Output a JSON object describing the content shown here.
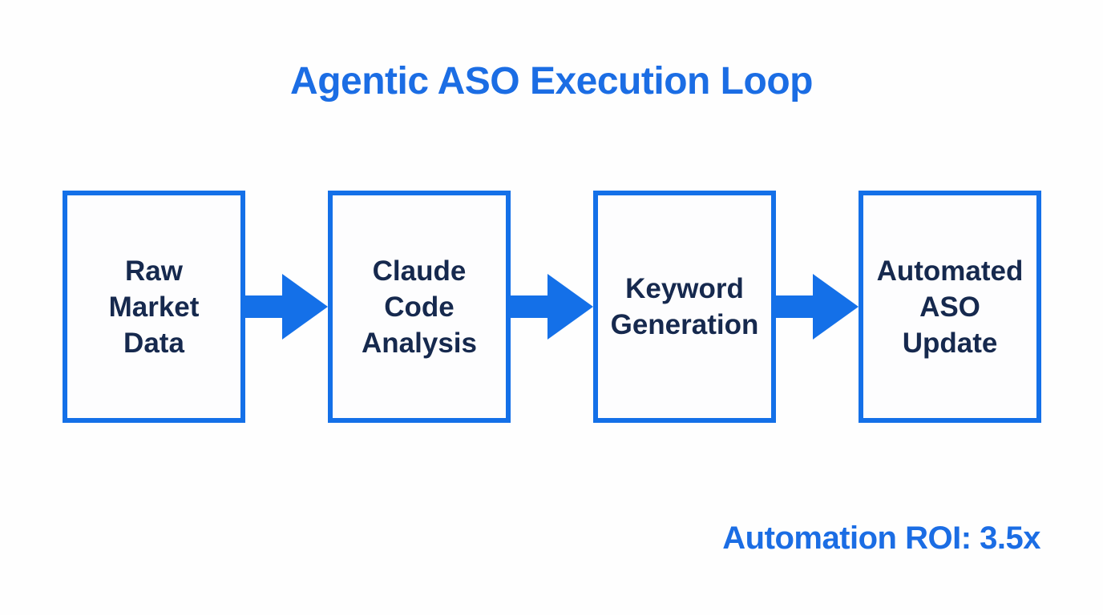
{
  "title": "Agentic ASO Execution Loop",
  "flow": {
    "boxes": [
      {
        "lines": [
          "Raw",
          "Market",
          "Data"
        ]
      },
      {
        "lines": [
          "Claude",
          "Code",
          "Analysis"
        ]
      },
      {
        "lines": [
          "Keyword",
          "Generation"
        ]
      },
      {
        "lines": [
          "Automated",
          "ASO",
          "Update"
        ]
      }
    ],
    "connector": "arrow-right"
  },
  "footer": {
    "roi_label": "Automation ROI: 3.5x"
  },
  "colors": {
    "accent_blue": "#1470e8",
    "title_blue": "#1b6de4",
    "box_text_navy": "#16294e",
    "background": "#fefefe"
  }
}
